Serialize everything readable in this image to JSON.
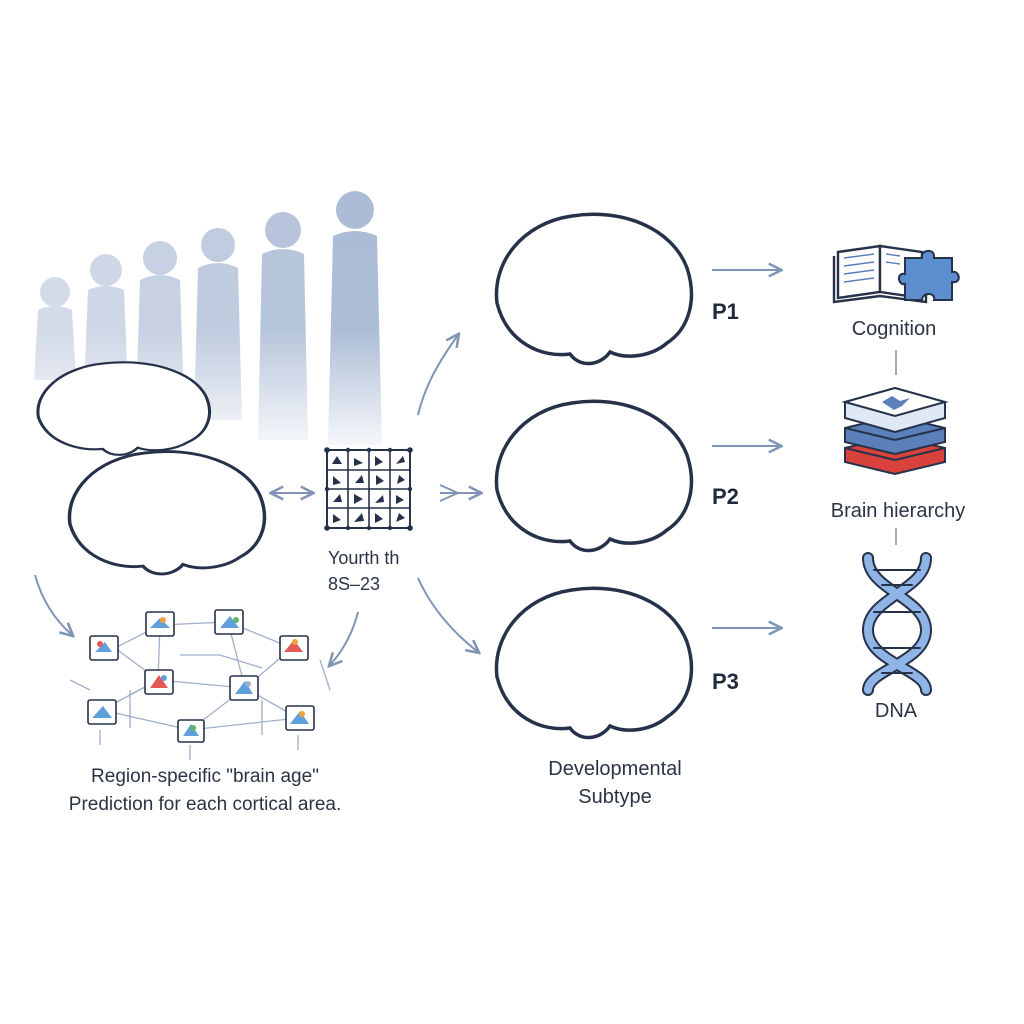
{
  "left_panel": {
    "grid_label_line1": "Yourth th",
    "grid_label_line2": "8S–23",
    "caption_line1": "Region-specific \"brain age\"",
    "caption_line2": "Prediction for each cortical area."
  },
  "subtypes": {
    "labels": [
      "P1",
      "P2",
      "P3"
    ],
    "caption_line1": "Developmental",
    "caption_line2": "Subtype"
  },
  "outcomes": {
    "cognition": "Cognition",
    "hierarchy": "Brain hierarchy",
    "dna": "DNA"
  },
  "colors": {
    "outline": "#25324a",
    "vessel_blue": "#4d8fd4",
    "vessel_red": "#e25a55",
    "silhouette": "#9fb1cf",
    "arrow": "#8095b5",
    "layer_blue": "#5b7fb8",
    "layer_red": "#d9413d"
  }
}
